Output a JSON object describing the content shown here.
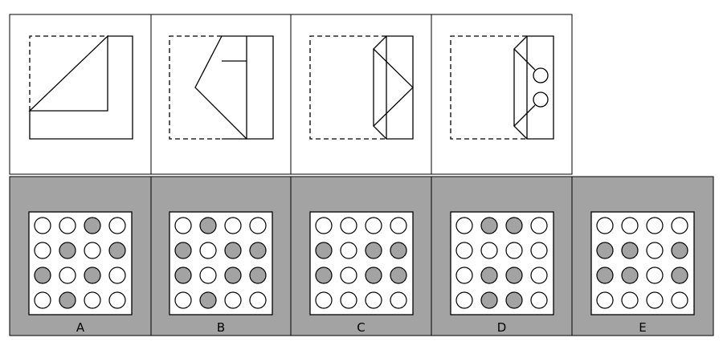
{
  "colors": {
    "background": "#ffffff",
    "answer_panel": "#a3a3a3",
    "hole_filled": "#a3a3a3",
    "hole_empty": "#ffffff",
    "stroke": "#000000"
  },
  "folding_steps": [
    {
      "step": 1,
      "shape": "fold-diagonal-to-top-right"
    },
    {
      "step": 2,
      "shape": "fold-left-point-to-right-strip"
    },
    {
      "step": 3,
      "shape": "fold-tips-in-right-strip"
    },
    {
      "step": 4,
      "shape": "punch-two-holes"
    }
  ],
  "options": [
    {
      "label": "A",
      "grid": [
        [
          0,
          0,
          1,
          0
        ],
        [
          0,
          1,
          0,
          1
        ],
        [
          1,
          0,
          1,
          0
        ],
        [
          0,
          1,
          0,
          0
        ]
      ]
    },
    {
      "label": "B",
      "grid": [
        [
          0,
          1,
          0,
          0
        ],
        [
          1,
          0,
          1,
          1
        ],
        [
          1,
          0,
          1,
          1
        ],
        [
          0,
          1,
          0,
          0
        ]
      ]
    },
    {
      "label": "C",
      "grid": [
        [
          0,
          0,
          0,
          0
        ],
        [
          1,
          0,
          1,
          1
        ],
        [
          1,
          0,
          1,
          1
        ],
        [
          0,
          0,
          0,
          0
        ]
      ]
    },
    {
      "label": "D",
      "grid": [
        [
          0,
          1,
          1,
          0
        ],
        [
          0,
          0,
          0,
          0
        ],
        [
          0,
          1,
          1,
          0
        ],
        [
          0,
          1,
          1,
          0
        ]
      ]
    },
    {
      "label": "E",
      "grid": [
        [
          0,
          0,
          0,
          0
        ],
        [
          1,
          1,
          0,
          1
        ],
        [
          1,
          1,
          0,
          1
        ],
        [
          0,
          0,
          0,
          0
        ]
      ]
    }
  ]
}
